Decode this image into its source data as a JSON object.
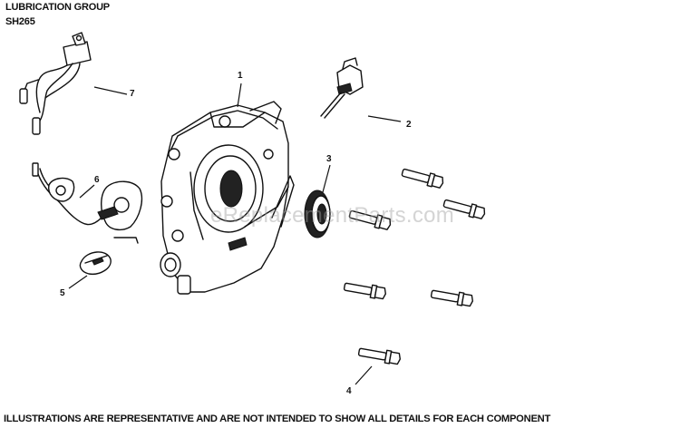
{
  "header": {
    "title": "LUBRICATION GROUP",
    "model": "SH265"
  },
  "watermark": "eReplacementParts.com",
  "footer": "ILLUSTRATIONS ARE REPRESENTATIVE AND ARE NOT INTENDED TO SHOW ALL DETAILS FOR EACH COMPONENT",
  "callouts": {
    "part_1": "1",
    "part_2": "2",
    "part_3": "3",
    "part_4": "4",
    "part_5": "5",
    "part_6": "6",
    "part_7": "7"
  },
  "colors": {
    "ink": "#111111",
    "background": "#ffffff",
    "watermark": "#a0a0a0"
  }
}
